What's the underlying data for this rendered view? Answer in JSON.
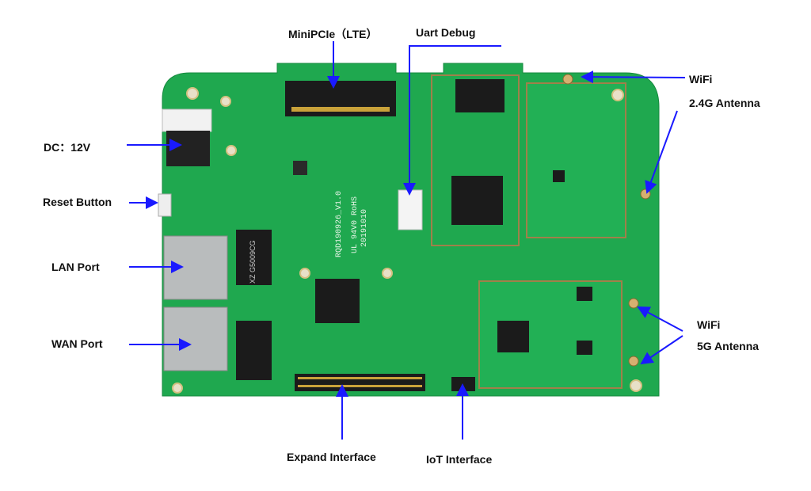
{
  "labels": {
    "minipcie": "MiniPCIe（LTE）",
    "uart": "Uart Debug",
    "wifi24_line1": "WiFi",
    "wifi24_line2": "2.4G Antenna",
    "dc": "DC：12V",
    "reset": "Reset Button",
    "lan": "LAN Port",
    "wan": "WAN Port",
    "wifi5_line1": "WiFi",
    "wifi5_line2": "5G Antenna",
    "expand": "Expand Interface",
    "iot": "IoT Interface"
  },
  "silkscreen": {
    "model": "RQD190926_V1.0",
    "cert": "UL 94V0 RoHS",
    "date": "20191010",
    "transformer": "XZ G5009CG"
  },
  "colors": {
    "board": "#1fa84f",
    "arrow": "#1a1aff",
    "chip": "#1b1b1b",
    "metal": "#b9bcbd"
  }
}
